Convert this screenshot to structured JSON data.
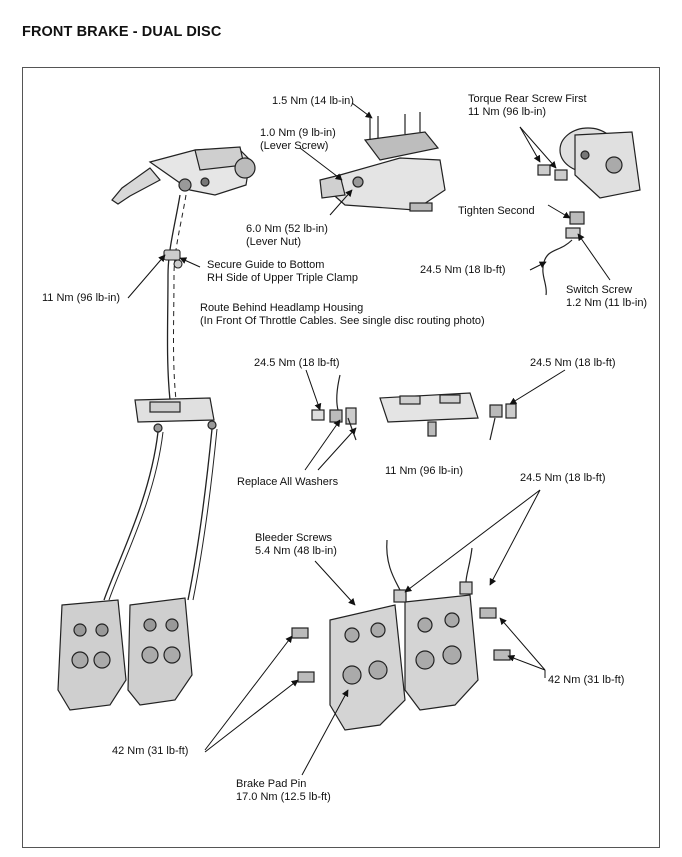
{
  "title": "FRONT BRAKE - DUAL DISC",
  "labels": {
    "reservoir_cover_screws": "1.5 Nm (14 lb-in)",
    "lever_screw_1": "1.0 Nm (9 lb-in)",
    "lever_screw_2": "(Lever Screw)",
    "lever_nut_1": "6.0 Nm (52 lb-in)",
    "lever_nut_2": "(Lever Nut)",
    "torque_rear_1": "Torque Rear Screw First",
    "torque_rear_2": "11 Nm (96 lb-in)",
    "tighten_second": "Tighten Second",
    "banjo_master": "24.5 Nm (18 lb-ft)",
    "switch_screw_1": "Switch Screw",
    "switch_screw_2": "1.2 Nm (11 lb-in)",
    "guide_1": "Secure Guide to Bottom",
    "guide_2": "RH Side of Upper Triple Clamp",
    "guide_torque": "11 Nm (96 lb-in)",
    "route_1": "Route Behind Headlamp Housing",
    "route_2": "(In Front Of Throttle Cables. See single disc routing photo)",
    "manifold_left": "24.5 Nm (18 lb-ft)",
    "manifold_right": "24.5 Nm (18 lb-ft)",
    "replace_washers": "Replace All Washers",
    "manifold_bolt": "11 Nm (96 lb-in)",
    "caliper_banjo": "24.5 Nm (18 lb-ft)",
    "bleeder_1": "Bleeder Screws",
    "bleeder_2": "5.4 Nm (48 lb-in)",
    "caliper_mount_right": "42 Nm (31 lb-ft)",
    "caliper_mount_left": "42 Nm (31 lb-ft)",
    "pad_pin_1": "Brake Pad Pin",
    "pad_pin_2": "17.0 Nm (12.5 lb-ft)"
  }
}
